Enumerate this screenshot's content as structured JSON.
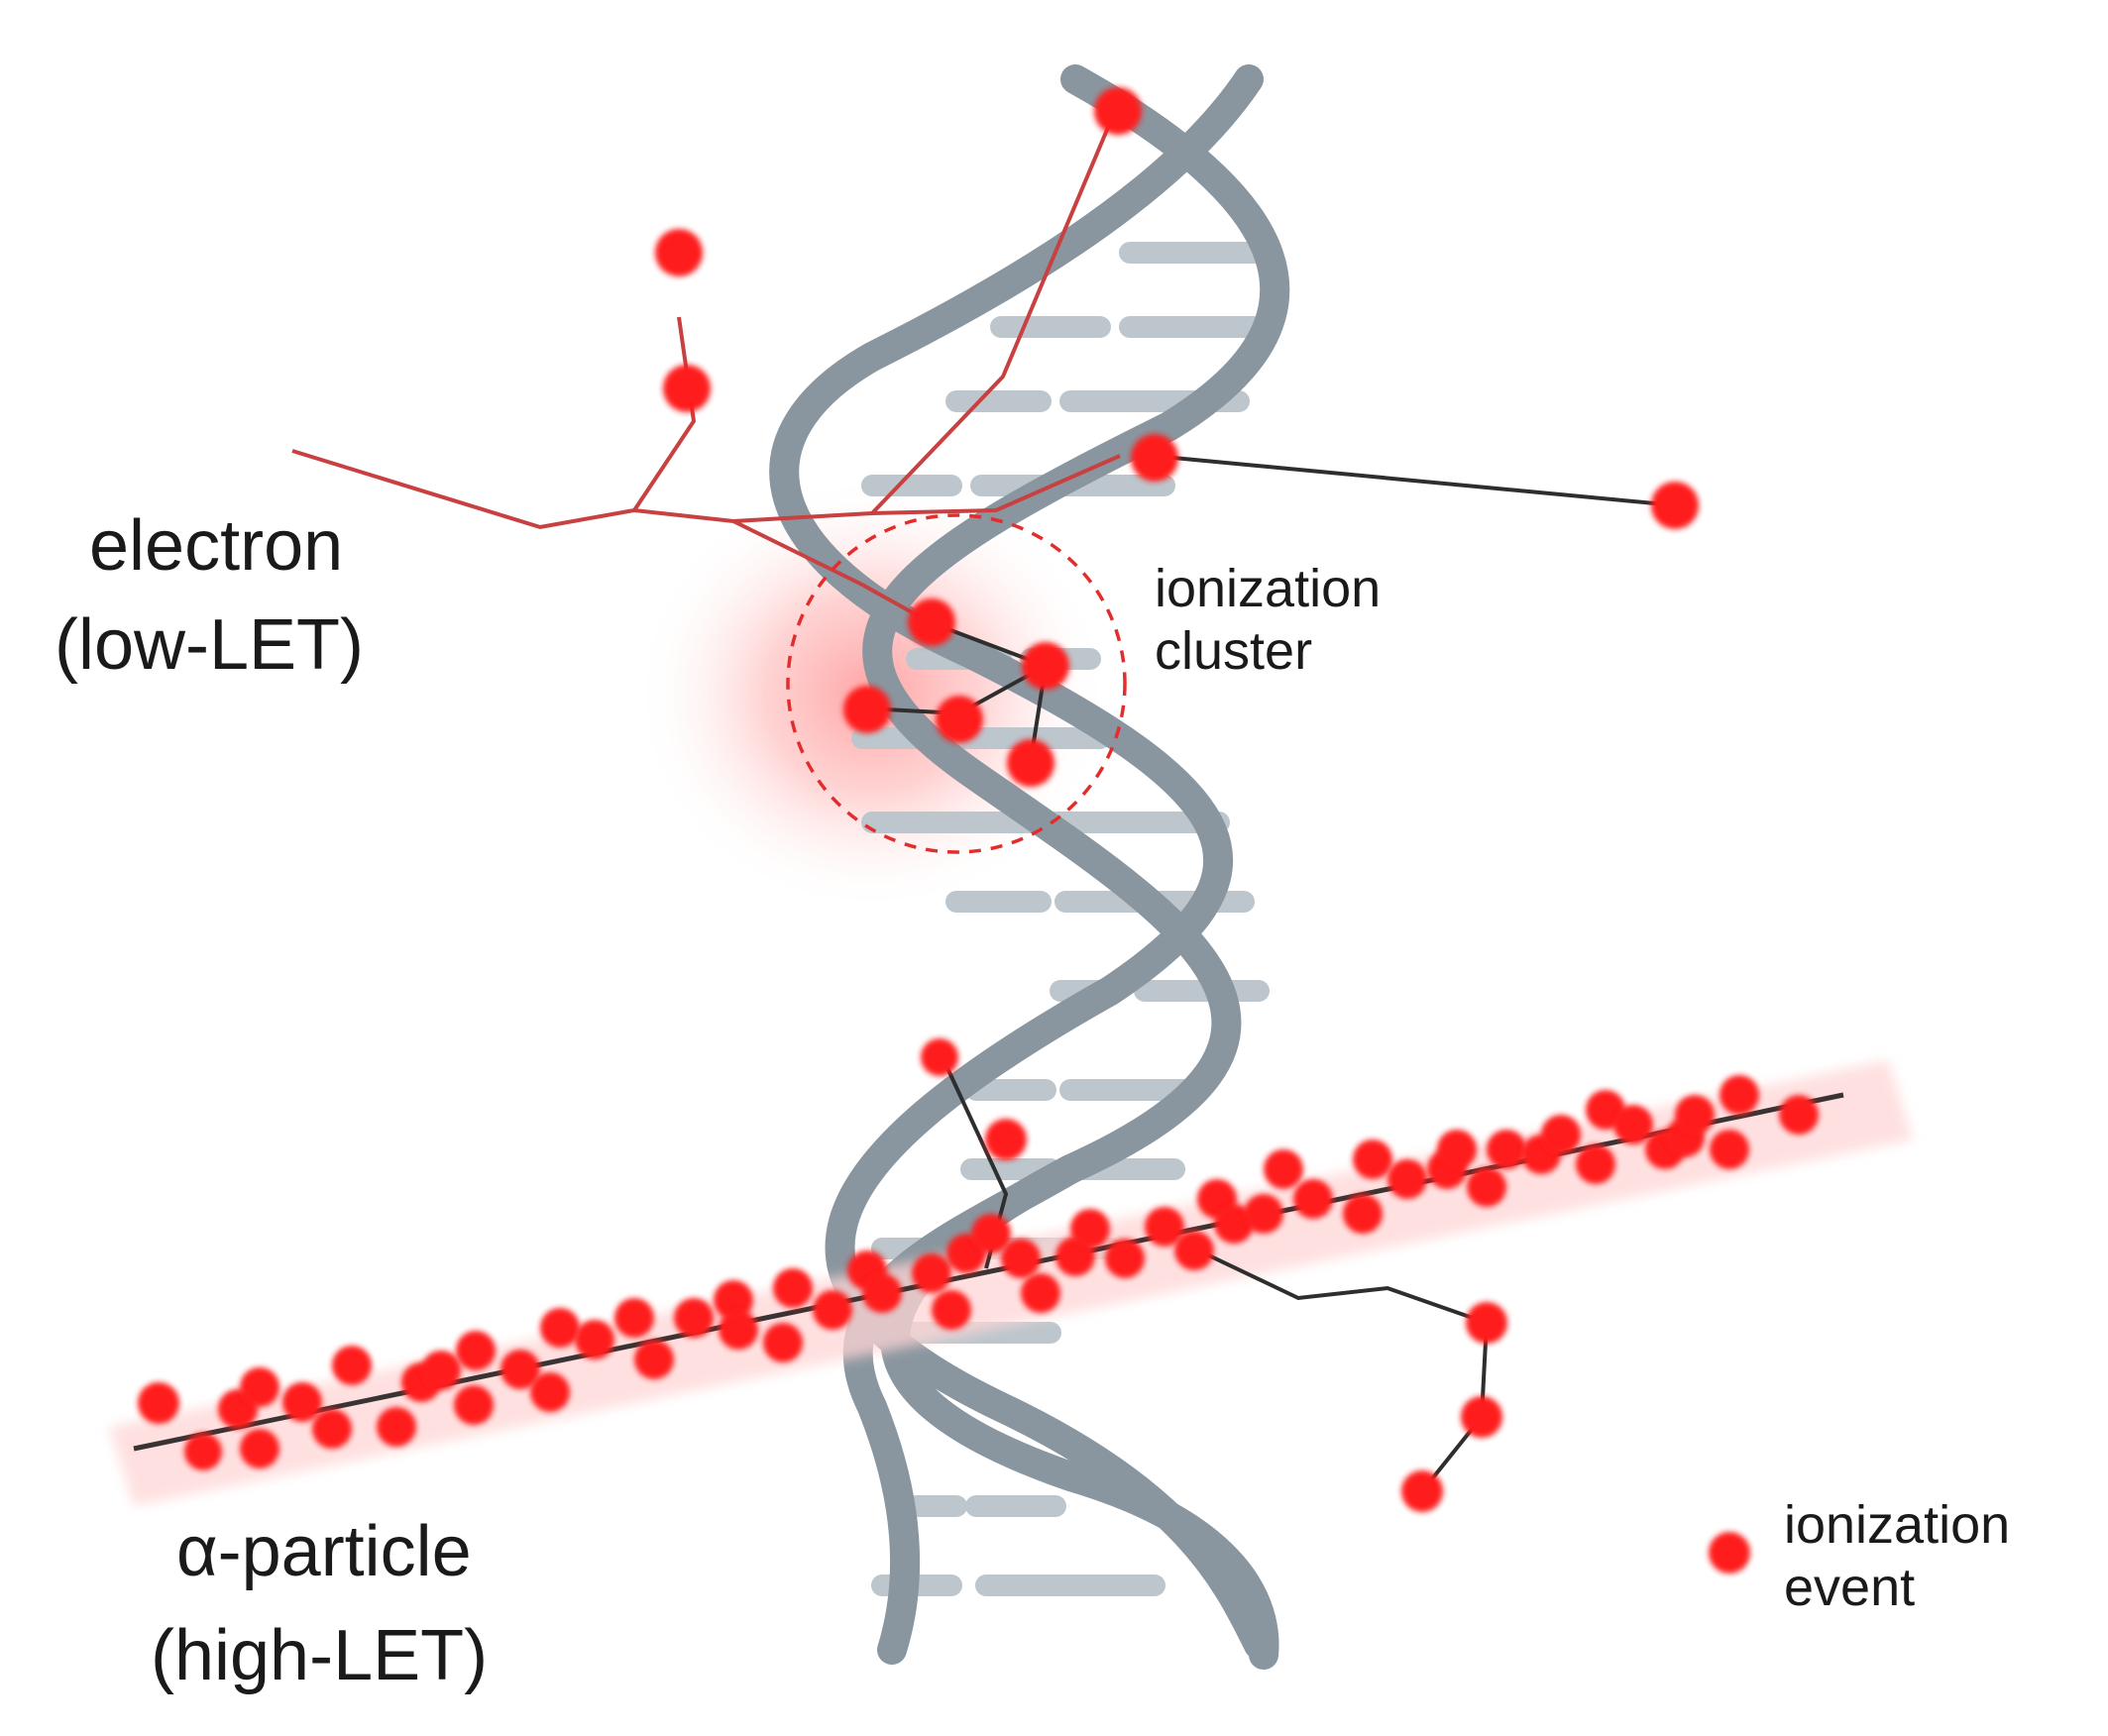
{
  "labels": {
    "electron_line1": "electron",
    "electron_line2": "(low-LET)",
    "cluster_line1": "ionization",
    "cluster_line2": "cluster",
    "alpha_line1": "α-particle",
    "alpha_line2": "(high-LET)",
    "legend_line1": "ionization",
    "legend_line2": "event"
  },
  "colors": {
    "ionization": "#ff1a1a",
    "dna_backbone": "#8a969f",
    "base_pair": "#bcc6cc",
    "track": "#2e2e2e",
    "electron_track": "#c84040"
  }
}
